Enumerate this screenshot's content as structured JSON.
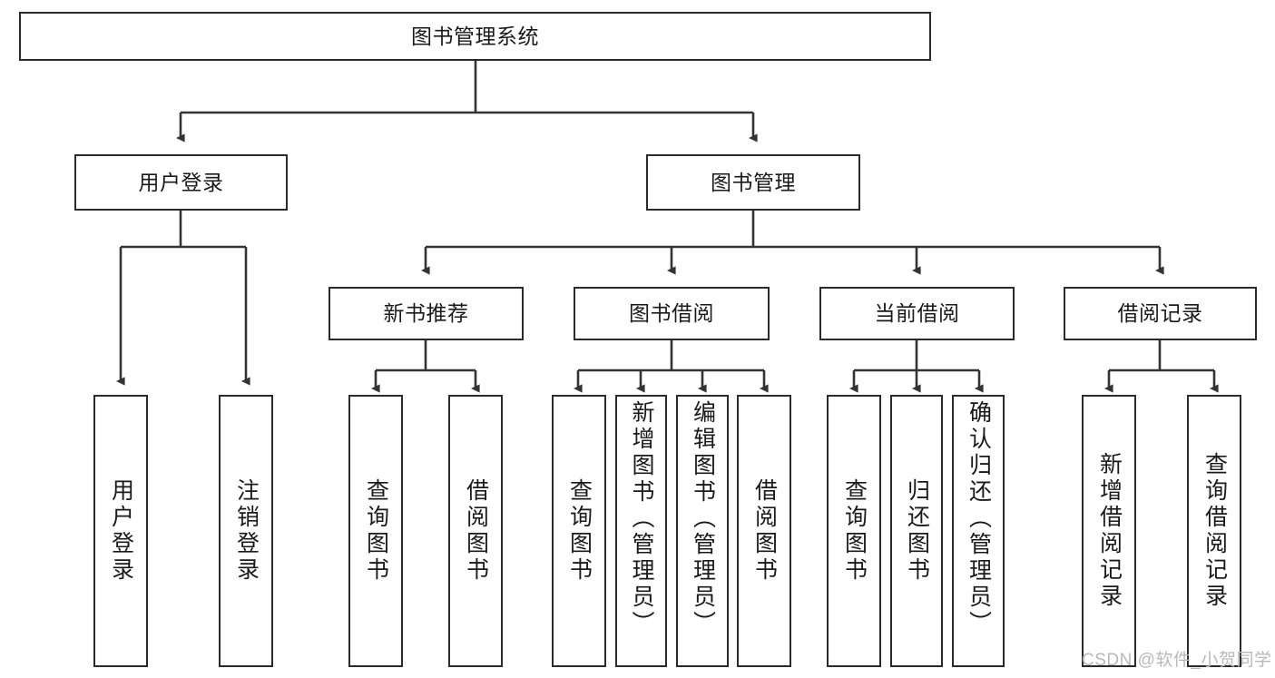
{
  "diagram": {
    "type": "tree-hierarchy",
    "title": "图书管理系统",
    "watermark": "CSDN @软件_小贺同学",
    "colors": {
      "box_border": "#2b2b2b",
      "box_fill": "#ffffff",
      "connector": "#333333",
      "text": "#1a1a1a",
      "watermark": "#b9b9b9",
      "background": "#ffffff"
    },
    "levels": {
      "root": {
        "label": "图书管理系统"
      },
      "level2": [
        {
          "id": "user-login",
          "label": "用户登录"
        },
        {
          "id": "book-manage",
          "label": "图书管理"
        }
      ],
      "level3": [
        {
          "id": "new-book-recommend",
          "label": "新书推荐"
        },
        {
          "id": "book-borrow",
          "label": "图书借阅"
        },
        {
          "id": "current-borrow",
          "label": "当前借阅"
        },
        {
          "id": "borrow-record",
          "label": "借阅记录"
        }
      ],
      "leaves": {
        "user_login": [
          {
            "id": "leaf-user-login",
            "label": "用户登录"
          },
          {
            "id": "leaf-logout-login",
            "label": "注销登录"
          }
        ],
        "new_book_recommend": [
          {
            "id": "leaf-query-book-1",
            "label": "查询图书"
          },
          {
            "id": "leaf-borrow-book-1",
            "label": "借阅图书"
          }
        ],
        "book_borrow": [
          {
            "id": "leaf-query-book-2",
            "label": "查询图书"
          },
          {
            "id": "leaf-add-book",
            "label": "新增图书（管理员）"
          },
          {
            "id": "leaf-edit-book",
            "label": "编辑图书（管理员）"
          },
          {
            "id": "leaf-borrow-book-2",
            "label": "借阅图书"
          }
        ],
        "current_borrow": [
          {
            "id": "leaf-query-book-3",
            "label": "查询图书"
          },
          {
            "id": "leaf-return-book",
            "label": "归还图书"
          },
          {
            "id": "leaf-confirm-return",
            "label": "确认归还（管理员）"
          }
        ],
        "borrow_record": [
          {
            "id": "leaf-add-borrow-record",
            "label": "新增借阅记录"
          },
          {
            "id": "leaf-query-borrow-record",
            "label": "查询借阅记录"
          }
        ]
      }
    }
  }
}
